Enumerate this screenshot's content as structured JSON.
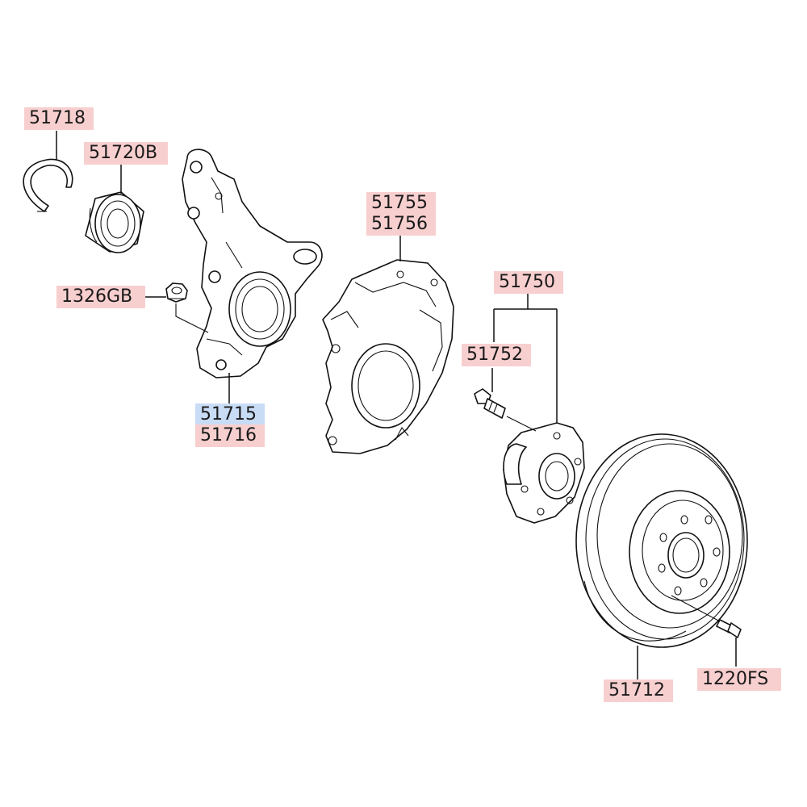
{
  "labels": {
    "snap_ring": "51718",
    "bearing": "51720B",
    "nut": "1326GB",
    "knuckle_lh": "51715",
    "knuckle_rh": "51716",
    "dust_cover_lh": "51755",
    "dust_cover_rh": "51756",
    "hub_assembly": "51750",
    "hub_bolt": "51752",
    "brake_disc": "51712",
    "disc_screw": "1220FS"
  },
  "colors": {
    "highlight_pink": "#f8cfcf",
    "highlight_blue": "#c9dcf6",
    "line": "#111111"
  }
}
